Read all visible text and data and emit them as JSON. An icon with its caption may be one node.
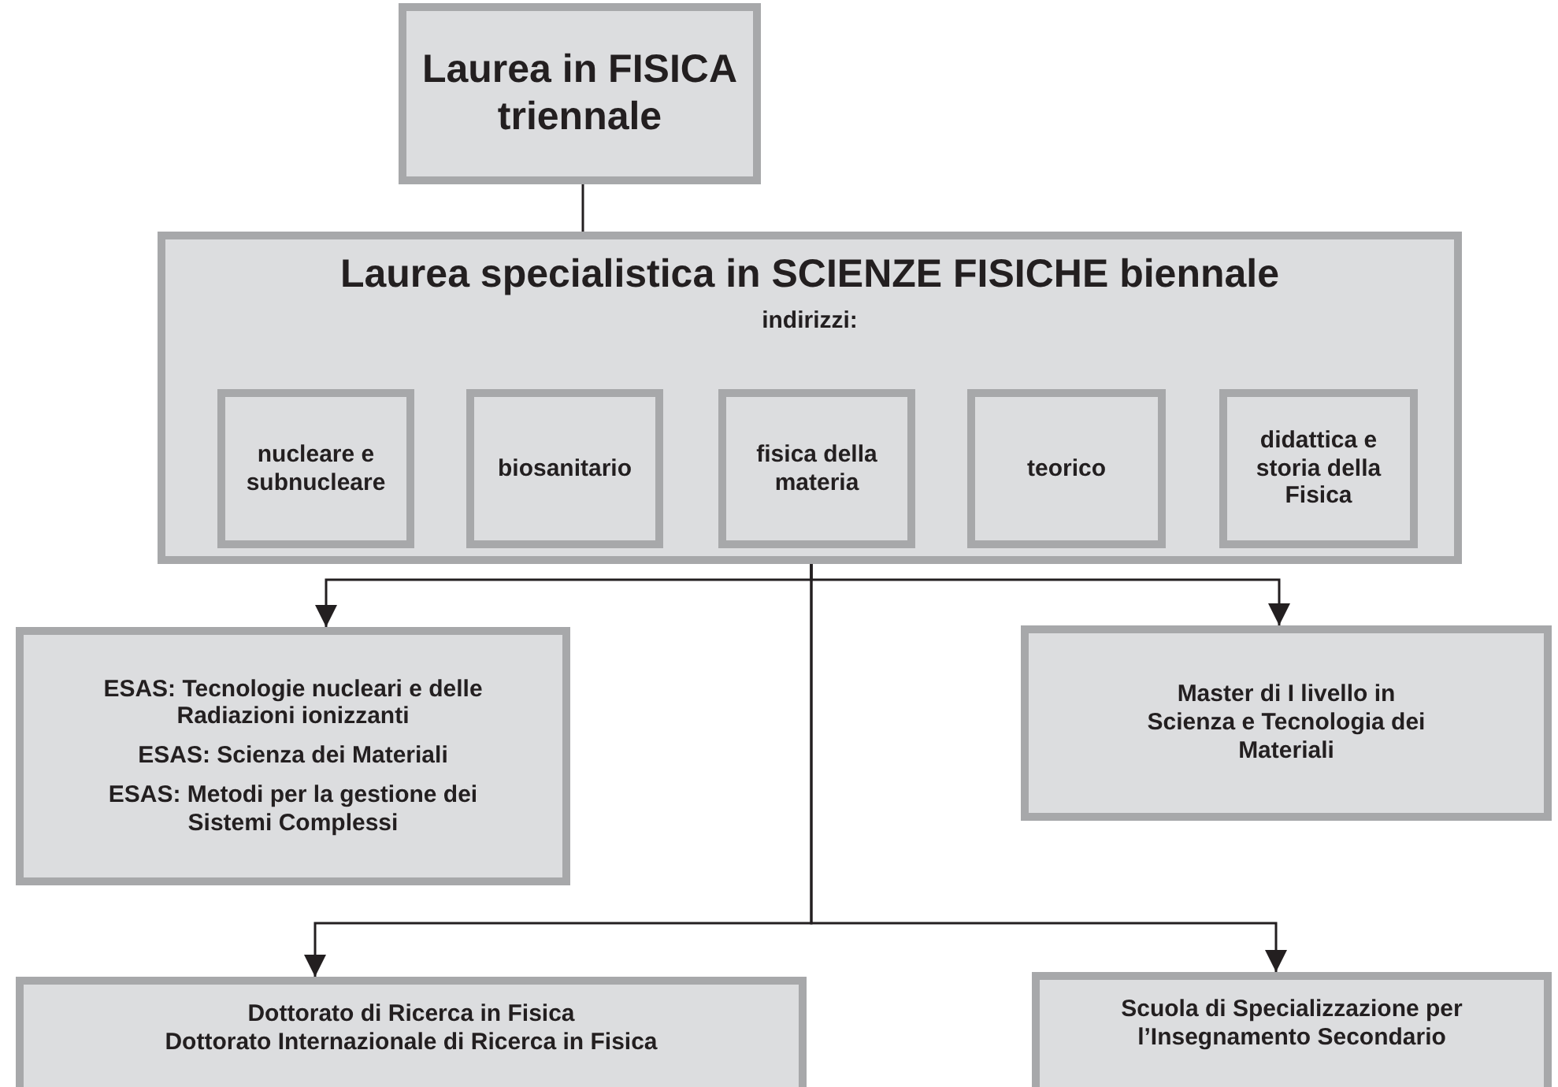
{
  "diagram": {
    "nodes": [
      {
        "text": [
          "Laurea in FISICA triennale"
        ]
      },
      {
        "text": [
          "Laurea specialistica in SCIENZE FISICHE biennale",
          "indirizzi:"
        ]
      },
      {
        "text": [
          "nucleare e subnucleare"
        ],
        "in": 1
      },
      {
        "text": [
          "biosanitario"
        ],
        "in": 1
      },
      {
        "text": [
          "fisica della materia"
        ],
        "in": 1
      },
      {
        "text": [
          "teorico"
        ],
        "in": 1
      },
      {
        "text": [
          "didattica e storia della Fisica"
        ],
        "in": 1
      },
      {
        "text": [
          "ESAS: Tecnologie nucleari e delle Radiazioni ionizzanti",
          "ESAS: Scienza dei Materiali",
          "ESAS: Metodi per la gestione dei Sistemi Complessi"
        ]
      },
      {
        "text": [
          "Master di I livello in Scienza e Tecnologia dei Materiali"
        ]
      },
      {
        "text": [
          "Dottorato di Ricerca in Fisica",
          "Dottorato Internazionale di Ricerca in Fisica"
        ]
      },
      {
        "text": [
          "Scuola di Specializzazione per l’Insegnamento Secondario"
        ]
      }
    ],
    "edges": [
      {
        "from": 0,
        "to": 1,
        "arrow": "none"
      },
      {
        "from": 1,
        "to": 7,
        "arrow": "to"
      },
      {
        "from": 1,
        "to": 8,
        "arrow": "to"
      },
      {
        "from": 1,
        "to": 9,
        "arrow": "to"
      },
      {
        "from": 1,
        "to": 10,
        "arrow": "to"
      }
    ]
  }
}
